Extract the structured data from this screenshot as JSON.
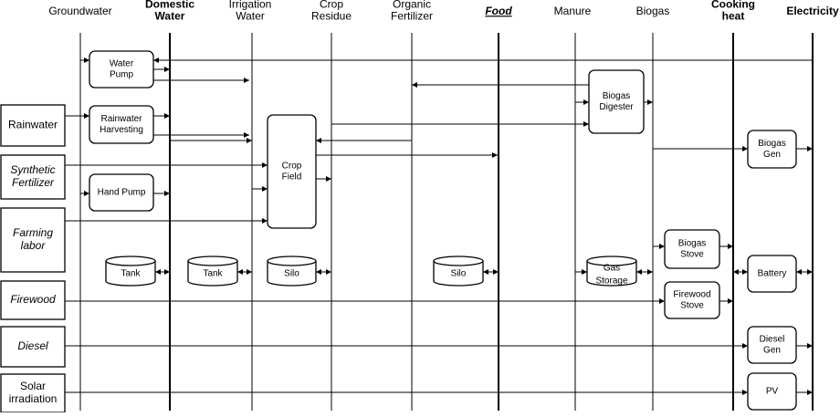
{
  "columns": [
    {
      "id": "groundwater",
      "label": [
        "Groundwater"
      ],
      "bold": false,
      "italic": false,
      "underline": false
    },
    {
      "id": "domestic-water",
      "label": [
        "Domestic",
        "Water"
      ],
      "bold": true,
      "italic": false,
      "underline": false
    },
    {
      "id": "irrigation-water",
      "label": [
        "Irrigation",
        "Water"
      ],
      "bold": false,
      "italic": false,
      "underline": false
    },
    {
      "id": "crop-residue",
      "label": [
        "Crop",
        "Residue"
      ],
      "bold": false,
      "italic": false,
      "underline": false
    },
    {
      "id": "organic-fertilizer",
      "label": [
        "Organic",
        "Fertilizer"
      ],
      "bold": false,
      "italic": false,
      "underline": false
    },
    {
      "id": "food",
      "label": [
        "Food"
      ],
      "bold": true,
      "italic": true,
      "underline": true
    },
    {
      "id": "manure",
      "label": [
        "Manure"
      ],
      "bold": false,
      "italic": false,
      "underline": false
    },
    {
      "id": "biogas",
      "label": [
        "Biogas"
      ],
      "bold": false,
      "italic": false,
      "underline": false
    },
    {
      "id": "cooking-heat",
      "label": [
        "Cooking",
        "heat"
      ],
      "bold": true,
      "italic": false,
      "underline": false
    },
    {
      "id": "electricity",
      "label": [
        "Electricity"
      ],
      "bold": true,
      "italic": false,
      "underline": false
    }
  ],
  "sources": [
    {
      "id": "rainwater",
      "label": [
        "Rainwater"
      ],
      "italic": false
    },
    {
      "id": "synthetic-fertilizer",
      "label": [
        "Synthetic",
        "Fertilizer"
      ],
      "italic": true
    },
    {
      "id": "farming-labor",
      "label": [
        "Farming",
        "labor"
      ],
      "italic": true
    },
    {
      "id": "firewood",
      "label": [
        "Firewood"
      ],
      "italic": true
    },
    {
      "id": "diesel",
      "label": [
        "Diesel"
      ],
      "italic": true
    },
    {
      "id": "solar-irradiation",
      "label": [
        "Solar",
        "irradiation"
      ],
      "italic": false
    }
  ],
  "processes": [
    {
      "id": "water-pump",
      "label": [
        "Water",
        "Pump"
      ]
    },
    {
      "id": "rainwater-harvesting",
      "label": [
        "Rainwater",
        "Harvesting"
      ]
    },
    {
      "id": "hand-pump",
      "label": [
        "Hand Pump"
      ]
    },
    {
      "id": "crop-field",
      "label": [
        "Crop",
        "Field"
      ]
    },
    {
      "id": "biogas-digester",
      "label": [
        "Biogas",
        "Digester"
      ]
    },
    {
      "id": "biogas-gen",
      "label": [
        "Biogas",
        "Gen"
      ]
    },
    {
      "id": "biogas-stove",
      "label": [
        "Biogas",
        "Stove"
      ]
    },
    {
      "id": "firewood-stove",
      "label": [
        "Firewood",
        "Stove"
      ]
    },
    {
      "id": "battery",
      "label": [
        "Battery"
      ]
    },
    {
      "id": "diesel-gen",
      "label": [
        "Diesel",
        "Gen"
      ]
    },
    {
      "id": "pv",
      "label": [
        "PV"
      ]
    }
  ],
  "storages": [
    {
      "id": "tank-domestic",
      "label": [
        "Tank"
      ]
    },
    {
      "id": "tank-irrigation",
      "label": [
        "Tank"
      ]
    },
    {
      "id": "silo-residue",
      "label": [
        "Silo"
      ]
    },
    {
      "id": "silo-food",
      "label": [
        "Silo"
      ]
    },
    {
      "id": "gas-storage",
      "label": [
        "Gas",
        "Storage"
      ]
    }
  ],
  "colors": {
    "line": "#000000",
    "background": "#ffffff"
  }
}
